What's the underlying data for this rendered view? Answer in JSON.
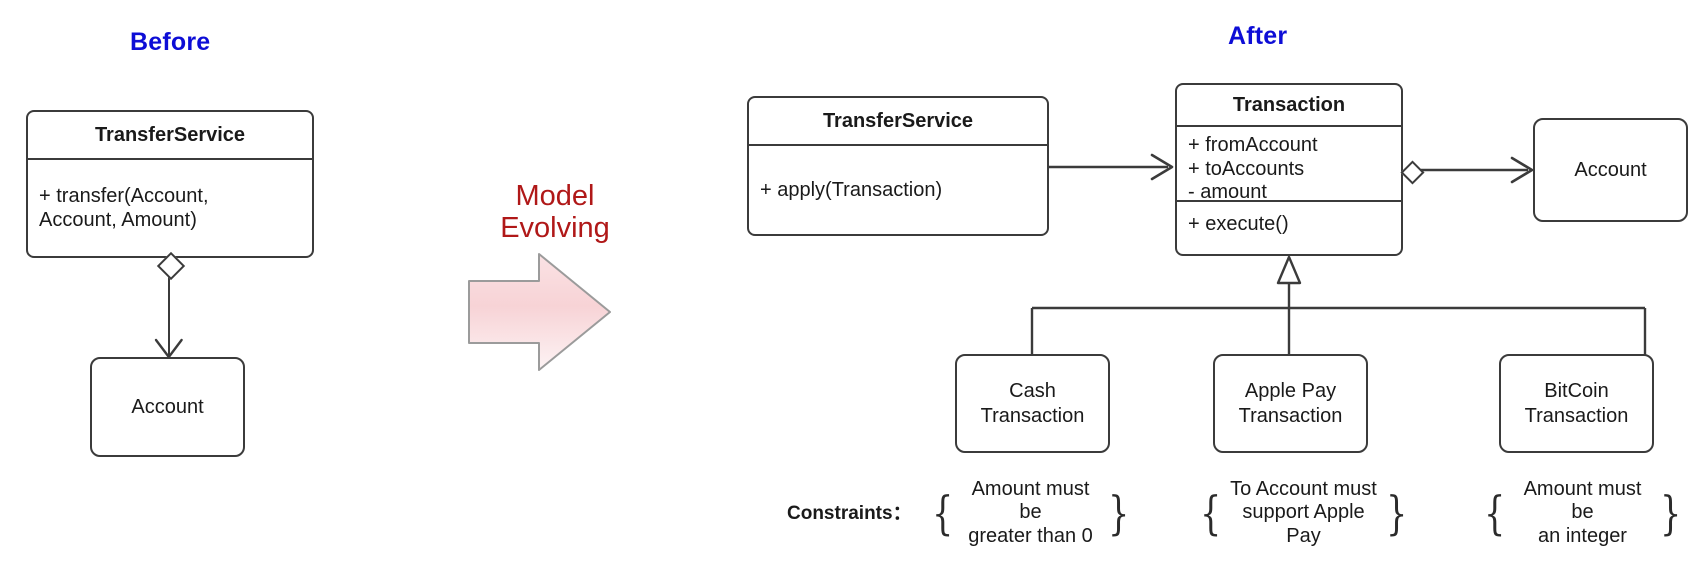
{
  "titles": {
    "before": "Before",
    "after": "After"
  },
  "evolve": {
    "label": "Model\nEvolving",
    "arrow_icon": "right-block-arrow",
    "color": "#b01818"
  },
  "before_diagram": {
    "transfer_service": {
      "title": "TransferService",
      "body": "+ transfer(Account,\nAccount, Amount)"
    },
    "account": {
      "title": "Account"
    },
    "relation": {
      "type": "aggregation",
      "source": "TransferService",
      "target": "Account"
    }
  },
  "after_diagram": {
    "transfer_service": {
      "title": "TransferService",
      "body": "+ apply(Transaction)"
    },
    "transaction": {
      "title": "Transaction",
      "attributes": [
        "+ fromAccount",
        "+ toAccounts",
        "- amount"
      ],
      "methods": [
        "+ execute()"
      ]
    },
    "account": {
      "title": "Account"
    },
    "subclasses": [
      {
        "title": "Cash\nTransaction"
      },
      {
        "title": "Apple Pay\nTransaction"
      },
      {
        "title": "BitCoin\nTransaction"
      }
    ],
    "relations": [
      {
        "type": "association",
        "source": "TransferService",
        "target": "Transaction"
      },
      {
        "type": "aggregation",
        "source": "Transaction",
        "target": "Account"
      },
      {
        "type": "generalization",
        "source": "Cash Transaction",
        "target": "Transaction"
      },
      {
        "type": "generalization",
        "source": "Apple Pay Transaction",
        "target": "Transaction"
      },
      {
        "type": "generalization",
        "source": "BitCoin Transaction",
        "target": "Transaction"
      }
    ]
  },
  "constraints": {
    "label": "Constraints：",
    "items": [
      {
        "open": "{",
        "text": "Amount must be\ngreater than 0",
        "close": "}"
      },
      {
        "open": "{",
        "text": "To Account must\nsupport Apple Pay",
        "close": "}"
      },
      {
        "open": "{",
        "text": "Amount must be\nan integer",
        "close": "}"
      }
    ]
  },
  "colors": {
    "title": "#0d0dd6",
    "stroke": "#3b3b3b",
    "evolve_text": "#b01818",
    "arrow_fill_light": "#fdf0f1",
    "arrow_fill_dark": "#f3c9cd"
  }
}
